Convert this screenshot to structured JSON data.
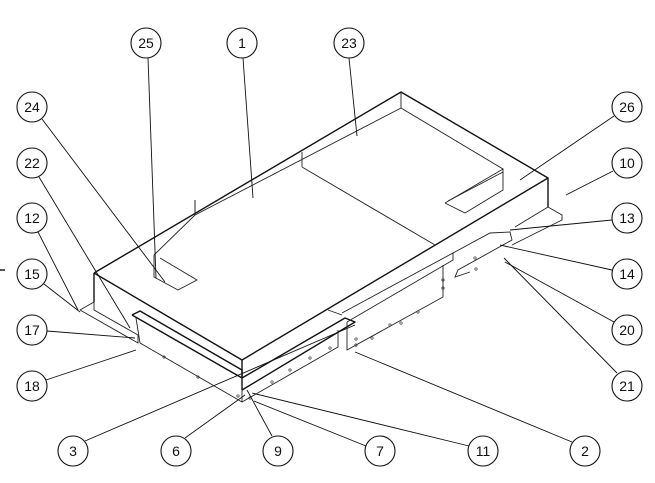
{
  "diagram": {
    "type": "isometric assembly drawing",
    "balloons": [
      {
        "label": "25"
      },
      {
        "label": "1"
      },
      {
        "label": "23"
      },
      {
        "label": "24"
      },
      {
        "label": "22"
      },
      {
        "label": "12"
      },
      {
        "label": "15"
      },
      {
        "label": "17"
      },
      {
        "label": "18"
      },
      {
        "label": "26"
      },
      {
        "label": "10"
      },
      {
        "label": "13"
      },
      {
        "label": "14"
      },
      {
        "label": "20"
      },
      {
        "label": "21"
      },
      {
        "label": "3"
      },
      {
        "label": "6"
      },
      {
        "label": "9"
      },
      {
        "label": "7"
      },
      {
        "label": "11"
      },
      {
        "label": "2"
      }
    ]
  }
}
